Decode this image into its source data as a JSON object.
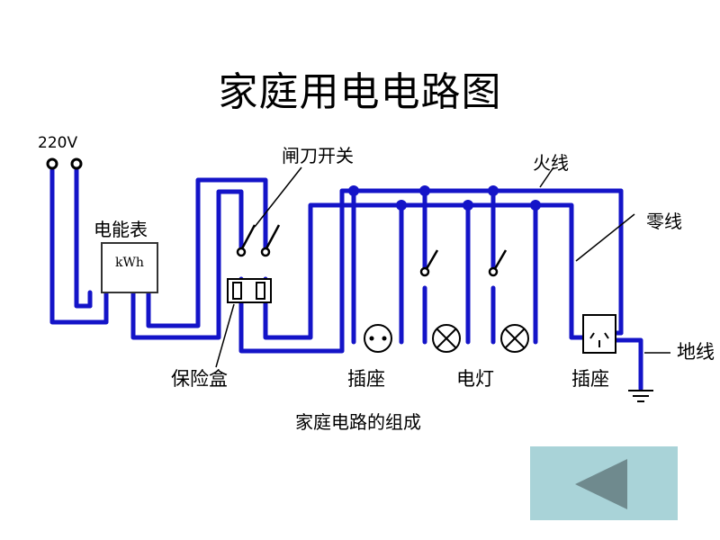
{
  "title": "家庭用电电路图",
  "caption": "家庭电路的组成",
  "labels": {
    "voltage": "220V",
    "meter": "电能表",
    "meter_unit": "kWh",
    "knife_switch": "闸刀开关",
    "live_wire": "火线",
    "neutral_wire": "零线",
    "fuse_box": "保险盒",
    "socket_left": "插座",
    "lamp": "电灯",
    "socket_right": "插座",
    "ground_wire": "地线"
  },
  "colors": {
    "wire": "#1414c8",
    "button_bg": "#a9d3d8",
    "button_arrow": "#6f8a8e"
  },
  "nav": {
    "back_icon": "triangle-left-icon"
  }
}
